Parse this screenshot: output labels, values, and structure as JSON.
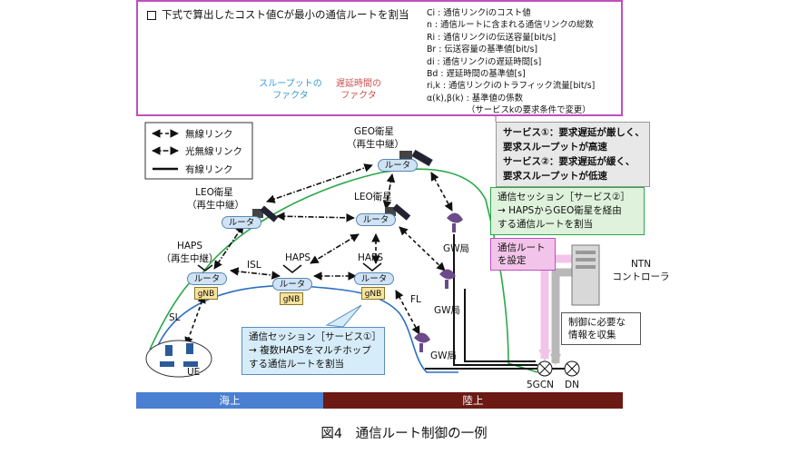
{
  "formula_box": {
    "heading": "下式で算出したコスト値Cが最小の通信ルートを割当",
    "throughput_factor": [
      "スループットの",
      "ファクタ"
    ],
    "delay_factor": [
      "遅延時間の",
      "ファクタ"
    ]
  },
  "variables": [
    "Ci : 通信リンクiのコスト値",
    "n : 通信ルートに含まれる通信リンクの総数",
    "Ri : 通信リンクiの伝送容量[bit/s]",
    "Br : 伝送容量の基準値[bit/s]",
    "di : 通信リンクiの遅延時間[s]",
    "Bd : 遅延時間の基準値[s]",
    "ri,k : 通信リンクiのトラフィック流量[bit/s]",
    "α(k),β(k) : 基準値の係数",
    "（サービスkの要求条件で変更）"
  ],
  "legend": {
    "wireless": "無線リンク",
    "optical": "光無線リンク",
    "wired": "有線リンク"
  },
  "nodes": {
    "geo": [
      "GEO衛星",
      "（再生中継）"
    ],
    "leo1": [
      "LEO衛星",
      "（再生中継）"
    ],
    "leo2": "LEO衛星",
    "haps1": [
      "HAPS",
      "（再生中継）"
    ],
    "haps2": "HAPS",
    "haps3": "HAPS",
    "router": "ルータ",
    "gnb": "gNB",
    "gw": "GW局",
    "ue": "UE",
    "ntn": [
      "NTN",
      "コントローラ"
    ],
    "fivegcn": "5GCN",
    "dn": "DN",
    "isl": "ISL",
    "sl": "SL",
    "fl": "FL"
  },
  "services_box": [
    "サービス①：要求遅延が厳しく、",
    "要求スループットが高速",
    "サービス②：要求遅延が緩く、",
    "要求スループットが低速"
  ],
  "session2": [
    "通信セッション［サービス②］",
    "→ HAPSからGEO衛星を経由",
    "する通信ルートを割当"
  ],
  "session1": [
    "通信セッション［サービス①］",
    "→ 複数HAPSをマルチホップ",
    "する通信ルートを割当"
  ],
  "route_setting": [
    "通信ルート",
    "を設定"
  ],
  "collect_info": [
    "制御に必要な",
    "情報を収集"
  ],
  "bars": {
    "sea": "海上",
    "land": "陸上"
  },
  "caption": "図4　通信ルート制御の一例"
}
